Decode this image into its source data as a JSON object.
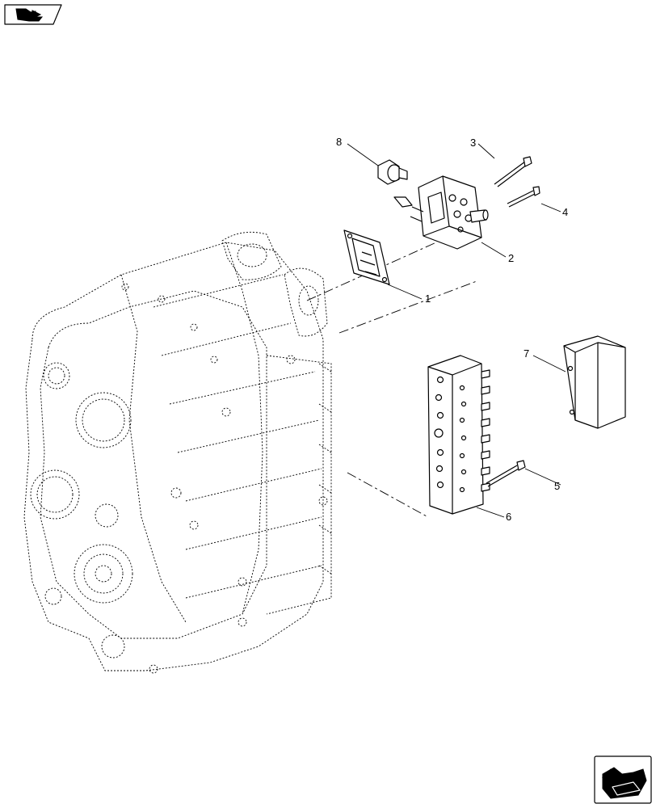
{
  "callouts": [
    {
      "id": "1",
      "label": "1"
    },
    {
      "id": "2",
      "label": "2"
    },
    {
      "id": "3",
      "label": "3"
    },
    {
      "id": "4",
      "label": "4"
    },
    {
      "id": "5",
      "label": "5"
    },
    {
      "id": "6",
      "label": "6"
    },
    {
      "id": "7",
      "label": "7"
    },
    {
      "id": "8",
      "label": "8"
    }
  ],
  "icons": {
    "top_left": "book-with-arrow-icon",
    "bottom_right": "navigation-arrow-icon"
  }
}
